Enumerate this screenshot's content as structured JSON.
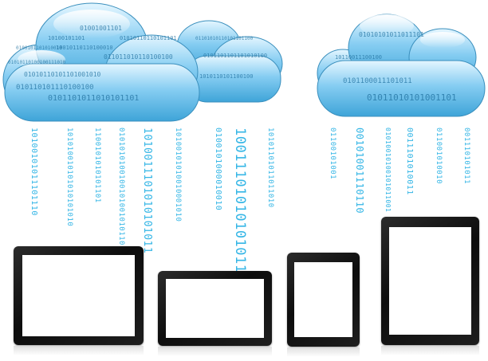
{
  "cloud_streams": [
    {
      "text": "01001001101"
    },
    {
      "text": "10100101101"
    },
    {
      "text": "01010110110101101"
    },
    {
      "text": "0100101101010010"
    },
    {
      "text": "10010110110100010"
    },
    {
      "text": "011011010110100100"
    },
    {
      "text": "01010110100100111010"
    },
    {
      "text": "01010110101101001010"
    },
    {
      "text": "010110101110100100"
    },
    {
      "text": "0101101011010101101"
    },
    {
      "text": "01101010110101101100"
    },
    {
      "text": "0101101101101010100"
    },
    {
      "text": "1010110101100100"
    },
    {
      "text": "01010101011011101"
    },
    {
      "text": "10110011100100"
    },
    {
      "text": "0101100011101011"
    },
    {
      "text": "01011010101001101"
    }
  ],
  "rain_streams": [
    {
      "text": "10100101011101110"
    },
    {
      "text": "101010010101010101010"
    },
    {
      "text": "1100101010101101"
    },
    {
      "text": "0101010100100101001010110110101"
    },
    {
      "text": "1010011101010101011"
    },
    {
      "text": "10100101010010001010"
    },
    {
      "text": "0100101000010010"
    },
    {
      "text": "10011101010101011"
    },
    {
      "text": "10101101011011010"
    },
    {
      "text": "01100101001"
    },
    {
      "text": "00101001110110"
    },
    {
      "text": "01010010100101011001"
    },
    {
      "text": "0011101010011"
    },
    {
      "text": "011001010010"
    },
    {
      "text": "001110101011"
    }
  ],
  "colors": {
    "cloud_top": "#e4f6ff",
    "cloud_mid": "#86cdf2",
    "cloud_bottom": "#3ea4d8",
    "binary": "#35b6e6",
    "device_bezel": "#151515"
  },
  "devices": [
    {
      "name": "tablet-landscape-large"
    },
    {
      "name": "tablet-landscape-small"
    },
    {
      "name": "tablet-portrait-small"
    },
    {
      "name": "tablet-portrait-large"
    }
  ]
}
